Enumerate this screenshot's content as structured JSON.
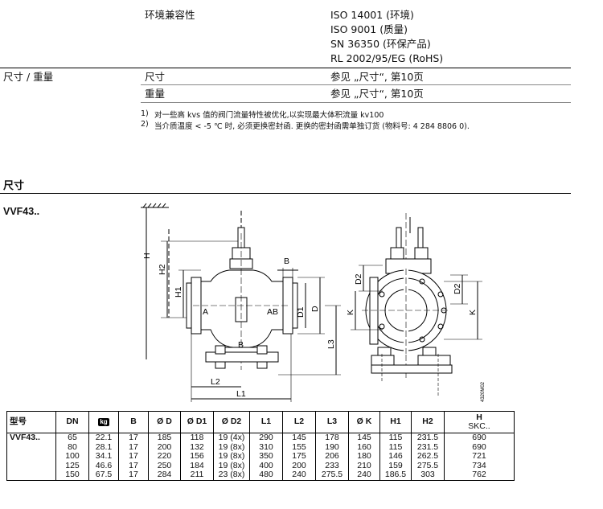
{
  "specs": [
    {
      "label": "环境兼容性",
      "values": [
        "ISO 14001 (环境)",
        "ISO 9001 (质量)",
        "SN 36350 (环保产品)",
        "RL 2002/95/EG (RoHS)"
      ]
    }
  ],
  "dimension_weight": {
    "section_label": "尺寸 / 重量",
    "rows": [
      {
        "label": "尺寸",
        "value": "参见 „尺寸“, 第10页"
      },
      {
        "label": "重量",
        "value": "参见 „尺寸“, 第10页"
      }
    ]
  },
  "footnotes": [
    {
      "mark": "1)",
      "text": "对一些高 kvs 值的阀门流量特性被优化,以实现最大体积流量 kv100"
    },
    {
      "mark": "2)",
      "text": "当介质温度 < -5 ℃ 时, 必须更换密封函. 更换的密封函需单独订货 (物料号: 4 284 8806 0)."
    }
  ],
  "dimensions_heading": "尺寸",
  "product_label": "VVF43..",
  "drawing": {
    "labels": {
      "H": "H",
      "H2": "H2",
      "H1": "H1",
      "B_top": "B",
      "A": "A",
      "AB": "AB",
      "D1": "D1",
      "D": "D",
      "L3": "L3",
      "B_bottom": "B",
      "L2": "L2",
      "L1": "L1",
      "D2": "D2",
      "K": "K",
      "D2_right": "D2",
      "K_right": "K"
    },
    "code": "4320M02"
  },
  "table": {
    "headers": [
      "型号",
      "DN",
      "kg",
      "B",
      "Ø D",
      "Ø D1",
      "Ø D2",
      "L1",
      "L2",
      "L3",
      "Ø K",
      "H1",
      "H2",
      "H"
    ],
    "header_sub": "SKC..",
    "type_label": "VVF43..",
    "rows": [
      [
        "65",
        "22.1",
        "17",
        "185",
        "118",
        "19 (4x)",
        "290",
        "145",
        "178",
        "145",
        "115",
        "231.5",
        "690"
      ],
      [
        "80",
        "28.1",
        "17",
        "200",
        "132",
        "19 (8x)",
        "310",
        "155",
        "190",
        "160",
        "115",
        "231.5",
        "690"
      ],
      [
        "100",
        "34.1",
        "17",
        "220",
        "156",
        "19 (8x)",
        "350",
        "175",
        "206",
        "180",
        "146",
        "262.5",
        "721"
      ],
      [
        "125",
        "46.6",
        "17",
        "250",
        "184",
        "19 (8x)",
        "400",
        "200",
        "233",
        "210",
        "159",
        "275.5",
        "734"
      ],
      [
        "150",
        "67.5",
        "17",
        "284",
        "211",
        "23 (8x)",
        "480",
        "240",
        "275.5",
        "240",
        "186.5",
        "303",
        "762"
      ]
    ]
  }
}
